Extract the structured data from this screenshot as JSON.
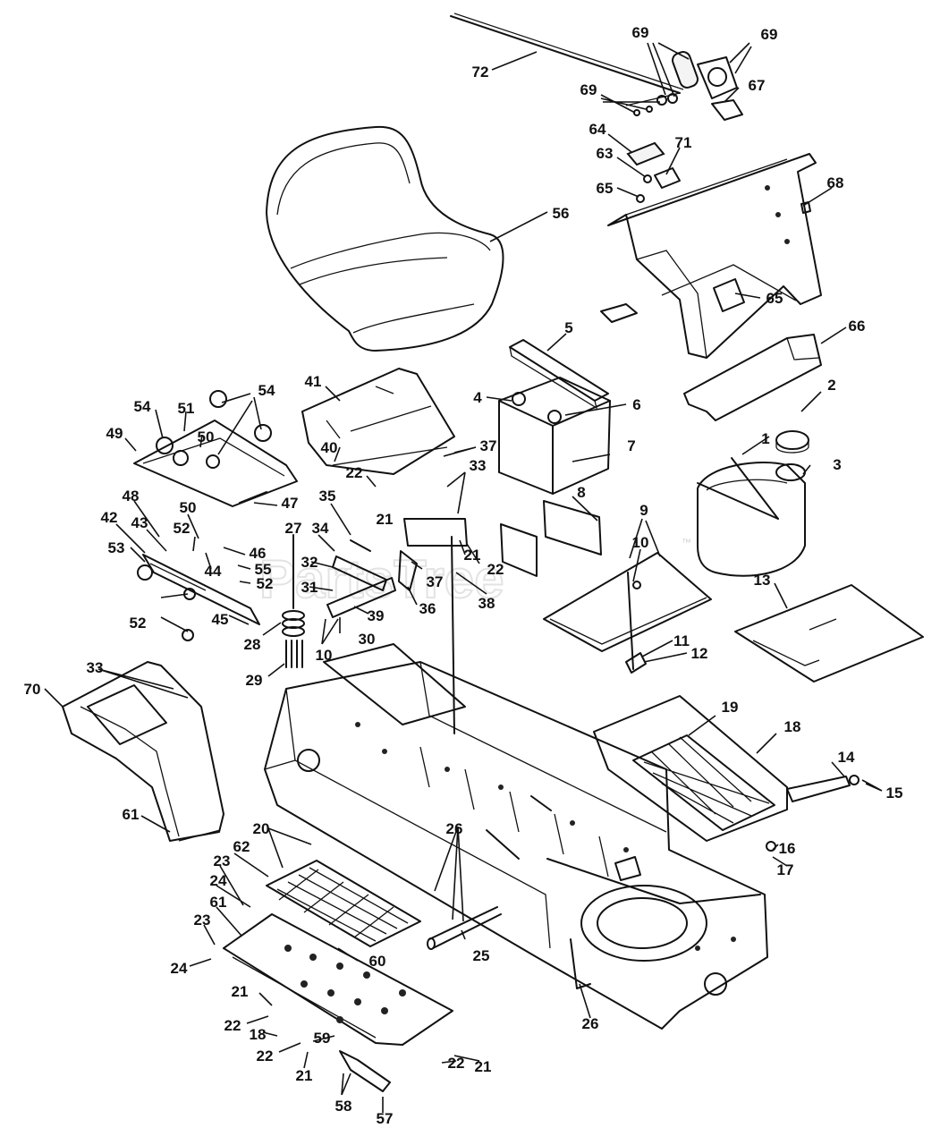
{
  "watermark": {
    "text": "PartsTree",
    "tm": "™"
  },
  "callouts": [
    {
      "id": "c72a",
      "text": "72"
    },
    {
      "id": "c69a",
      "text": "69"
    },
    {
      "id": "c69b",
      "text": "69"
    },
    {
      "id": "c69c",
      "text": "69"
    },
    {
      "id": "c67",
      "text": "67"
    },
    {
      "id": "c64",
      "text": "64"
    },
    {
      "id": "c71",
      "text": "71"
    },
    {
      "id": "c63",
      "text": "63"
    },
    {
      "id": "c65a",
      "text": "65"
    },
    {
      "id": "c68",
      "text": "68"
    },
    {
      "id": "c56",
      "text": "56"
    },
    {
      "id": "c65b",
      "text": "65"
    },
    {
      "id": "c5",
      "text": "5"
    },
    {
      "id": "c66",
      "text": "66"
    },
    {
      "id": "c41",
      "text": "41"
    },
    {
      "id": "c4",
      "text": "4"
    },
    {
      "id": "c6",
      "text": "6"
    },
    {
      "id": "c54a",
      "text": "54"
    },
    {
      "id": "c51",
      "text": "51"
    },
    {
      "id": "c54b",
      "text": "54"
    },
    {
      "id": "c2",
      "text": "2"
    },
    {
      "id": "c49",
      "text": "49"
    },
    {
      "id": "c50a",
      "text": "50"
    },
    {
      "id": "c40",
      "text": "40"
    },
    {
      "id": "c37a",
      "text": "37"
    },
    {
      "id": "c7",
      "text": "7"
    },
    {
      "id": "c1",
      "text": "1"
    },
    {
      "id": "c3",
      "text": "3"
    },
    {
      "id": "c22a",
      "text": "22"
    },
    {
      "id": "c33a",
      "text": "33"
    },
    {
      "id": "c21a",
      "text": "21"
    },
    {
      "id": "c47",
      "text": "47"
    },
    {
      "id": "c8",
      "text": "8"
    },
    {
      "id": "c48",
      "text": "48"
    },
    {
      "id": "c35",
      "text": "35"
    },
    {
      "id": "c50b",
      "text": "50"
    },
    {
      "id": "c27",
      "text": "27"
    },
    {
      "id": "c9",
      "text": "9"
    },
    {
      "id": "c42",
      "text": "42"
    },
    {
      "id": "c43",
      "text": "43"
    },
    {
      "id": "c34",
      "text": "34"
    },
    {
      "id": "c52a",
      "text": "52"
    },
    {
      "id": "c46",
      "text": "46"
    },
    {
      "id": "c10a",
      "text": "10"
    },
    {
      "id": "c53",
      "text": "53"
    },
    {
      "id": "c21b",
      "text": "21"
    },
    {
      "id": "c22b",
      "text": "22"
    },
    {
      "id": "c44",
      "text": "44"
    },
    {
      "id": "c55",
      "text": "55"
    },
    {
      "id": "c32",
      "text": "32"
    },
    {
      "id": "c37b",
      "text": "37"
    },
    {
      "id": "c52b",
      "text": "52"
    },
    {
      "id": "c31",
      "text": "31"
    },
    {
      "id": "c38",
      "text": "38"
    },
    {
      "id": "c13",
      "text": "13"
    },
    {
      "id": "c39",
      "text": "39"
    },
    {
      "id": "c36",
      "text": "36"
    },
    {
      "id": "c52c",
      "text": "52"
    },
    {
      "id": "c45",
      "text": "45"
    },
    {
      "id": "c30",
      "text": "30"
    },
    {
      "id": "c28",
      "text": "28"
    },
    {
      "id": "c11",
      "text": "11"
    },
    {
      "id": "c10b",
      "text": "10"
    },
    {
      "id": "c12",
      "text": "12"
    },
    {
      "id": "c29",
      "text": "29"
    },
    {
      "id": "c33b",
      "text": "33"
    },
    {
      "id": "c70",
      "text": "70"
    },
    {
      "id": "c19",
      "text": "19"
    },
    {
      "id": "c18a",
      "text": "18"
    },
    {
      "id": "c14",
      "text": "14"
    },
    {
      "id": "c15",
      "text": "15"
    },
    {
      "id": "c61a",
      "text": "61"
    },
    {
      "id": "c20",
      "text": "20"
    },
    {
      "id": "c26a",
      "text": "26"
    },
    {
      "id": "c62",
      "text": "62"
    },
    {
      "id": "c16",
      "text": "16"
    },
    {
      "id": "c23a",
      "text": "23"
    },
    {
      "id": "c17",
      "text": "17"
    },
    {
      "id": "c24a",
      "text": "24"
    },
    {
      "id": "c61b",
      "text": "61"
    },
    {
      "id": "c23b",
      "text": "23"
    },
    {
      "id": "c25",
      "text": "25"
    },
    {
      "id": "c60",
      "text": "60"
    },
    {
      "id": "c24b",
      "text": "24"
    },
    {
      "id": "c21c",
      "text": "21"
    },
    {
      "id": "c26b",
      "text": "26"
    },
    {
      "id": "c22c",
      "text": "22"
    },
    {
      "id": "c18b",
      "text": "18"
    },
    {
      "id": "c59",
      "text": "59"
    },
    {
      "id": "c22d",
      "text": "22"
    },
    {
      "id": "c22e",
      "text": "22"
    },
    {
      "id": "c21d",
      "text": "21"
    },
    {
      "id": "c21e",
      "text": "21"
    },
    {
      "id": "c58",
      "text": "58"
    },
    {
      "id": "c57",
      "text": "57"
    }
  ]
}
